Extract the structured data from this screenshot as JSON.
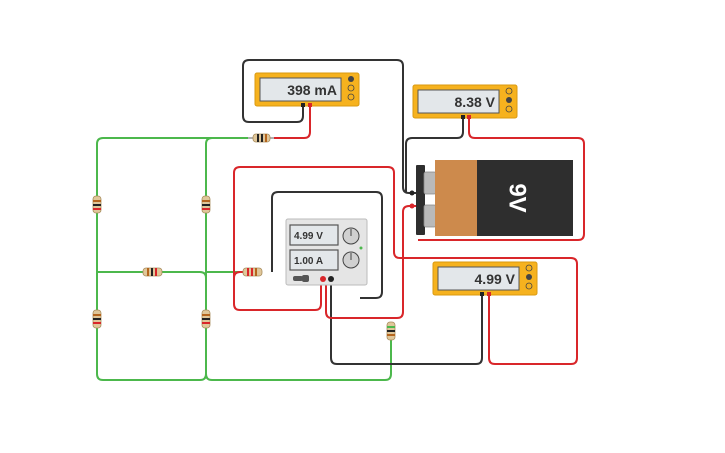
{
  "meters": {
    "ammeter": {
      "reading": "398 mA"
    },
    "battery_voltmeter": {
      "reading": "8.38 V"
    },
    "supply_voltmeter": {
      "reading": "4.99 V"
    }
  },
  "power_supply": {
    "voltage": "4.99 V",
    "current": "1.00 A"
  },
  "battery": {
    "label": "9V"
  },
  "colors": {
    "wire_green": "#4cb84c",
    "wire_red": "#d9262a",
    "wire_black": "#333333",
    "meter_body": "#f6b21e",
    "meter_screen": "#e3e7ea",
    "battery_copper": "#cd8a4c",
    "battery_black": "#2e2e2e"
  }
}
